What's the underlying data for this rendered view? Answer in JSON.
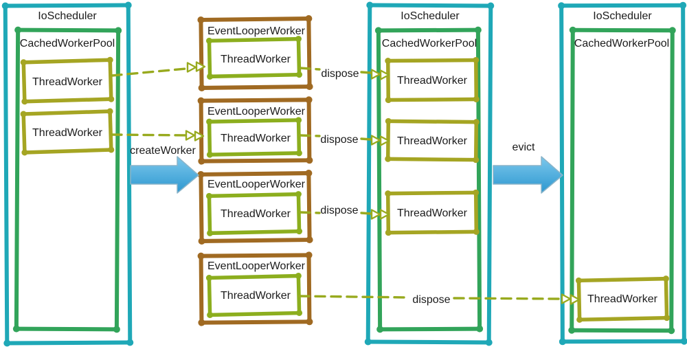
{
  "colors": {
    "teal": "#1fa8b7",
    "green": "#32a45a",
    "olive": "#a5a523",
    "lime": "#8cae1e",
    "brown": "#a06a22",
    "arrow": "#98aa1e",
    "text": "#1b1b1b",
    "big_arrow_top": "#7cc8ec",
    "big_arrow_bottom": "#2d97d0",
    "big_arrow_edge": "#8ab4c9"
  },
  "stages": {
    "initial": {
      "scheduler": "IoScheduler",
      "pool": "CachedWorkerPool",
      "workers": [
        "ThreadWorker",
        "ThreadWorker"
      ]
    },
    "event_loopers": [
      {
        "title": "EventLooperWorker",
        "worker": "ThreadWorker"
      },
      {
        "title": "EventLooperWorker",
        "worker": "ThreadWorker"
      },
      {
        "title": "EventLooperWorker",
        "worker": "ThreadWorker"
      },
      {
        "title": "EventLooperWorker",
        "worker": "ThreadWorker"
      }
    ],
    "returned": {
      "scheduler": "IoScheduler",
      "pool": "CachedWorkerPool",
      "workers": [
        "ThreadWorker",
        "ThreadWorker",
        "ThreadWorker"
      ]
    },
    "evicted": {
      "scheduler": "IoScheduler",
      "pool": "CachedWorkerPool",
      "workers": [
        "ThreadWorker"
      ]
    }
  },
  "arrows": {
    "create_worker": "createWorker",
    "evict": "evict",
    "dispose_labels": [
      "dispose",
      "dispose",
      "dispose",
      "dispose"
    ]
  }
}
